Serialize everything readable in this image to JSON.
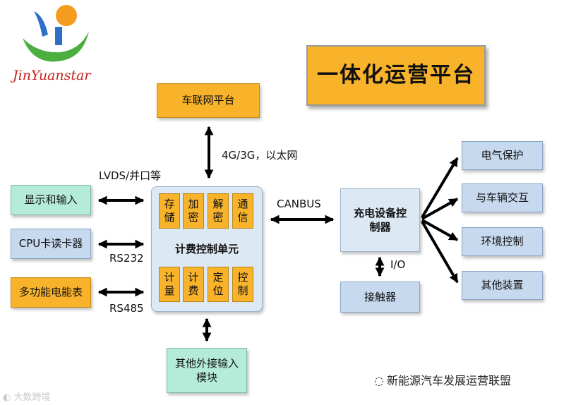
{
  "logo": {
    "text": "JinYuanstar",
    "colors": {
      "orange": "#f39c1f",
      "blue": "#2d6fc7",
      "green": "#4cae3e",
      "text": "#c81e1e"
    }
  },
  "title": "一体化运营平台",
  "nodes": {
    "vehicle_platform": "车联网平台",
    "display_input": "显示和输入",
    "cpu_card_reader": "CPU卡读卡器",
    "multifunction_meter": "多功能电能表",
    "billing_unit_label": "计费控制单元",
    "top_cells": [
      "存储",
      "加密",
      "解密",
      "通信"
    ],
    "bottom_cells": [
      "计量",
      "计费",
      "定位",
      "控制"
    ],
    "charger_controller": "充电设备控制器",
    "contactor": "接触器",
    "external_input": "其他外接输入模块",
    "electrical_protection": "电气保护",
    "vehicle_interaction": "与车辆交互",
    "environment_control": "环境控制",
    "other_devices": "其他装置"
  },
  "links": {
    "network": "4G/3G，以太网",
    "lvds": "LVDS/并口等",
    "canbus": "CANBUS",
    "rs232": "RS232",
    "rs485": "RS485",
    "io": "I/O"
  },
  "watermarks": {
    "bottom_right": "新能源汽车发展运营联盟",
    "bottom_left": "大数跨境"
  },
  "colors": {
    "orange": "#f8b32b",
    "blue": "#c7d9ee",
    "green": "#b5ecd9",
    "arrow": "#000000"
  }
}
